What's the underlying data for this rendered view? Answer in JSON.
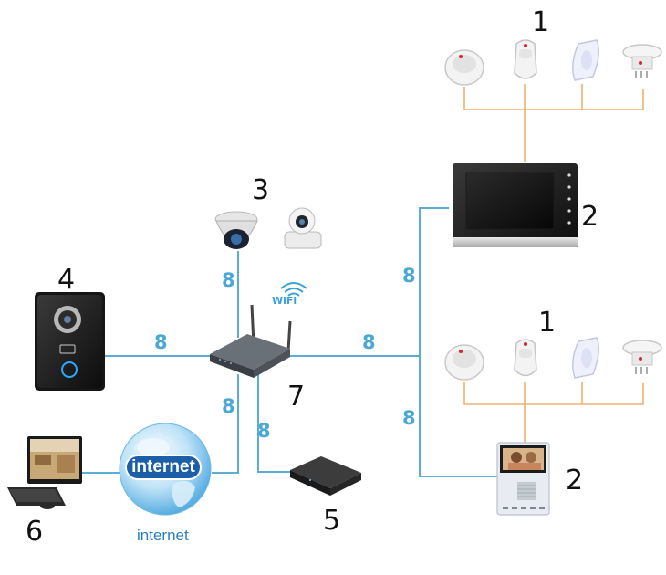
{
  "labels": {
    "sensors_top": "1",
    "sensors_bottom": "1",
    "monitor_top": "2",
    "monitor_bottom": "2",
    "cameras": "3",
    "door_station": "4",
    "nvr": "5",
    "pc": "6",
    "router": "7"
  },
  "cable_label": "8",
  "wifi_label": "WiFi",
  "internet_badge": "internet",
  "internet_caption": "internet",
  "colors": {
    "network_line": "#5aaed6",
    "alarm_line": "#f0b070",
    "cable_label": "#4aa8d2"
  }
}
